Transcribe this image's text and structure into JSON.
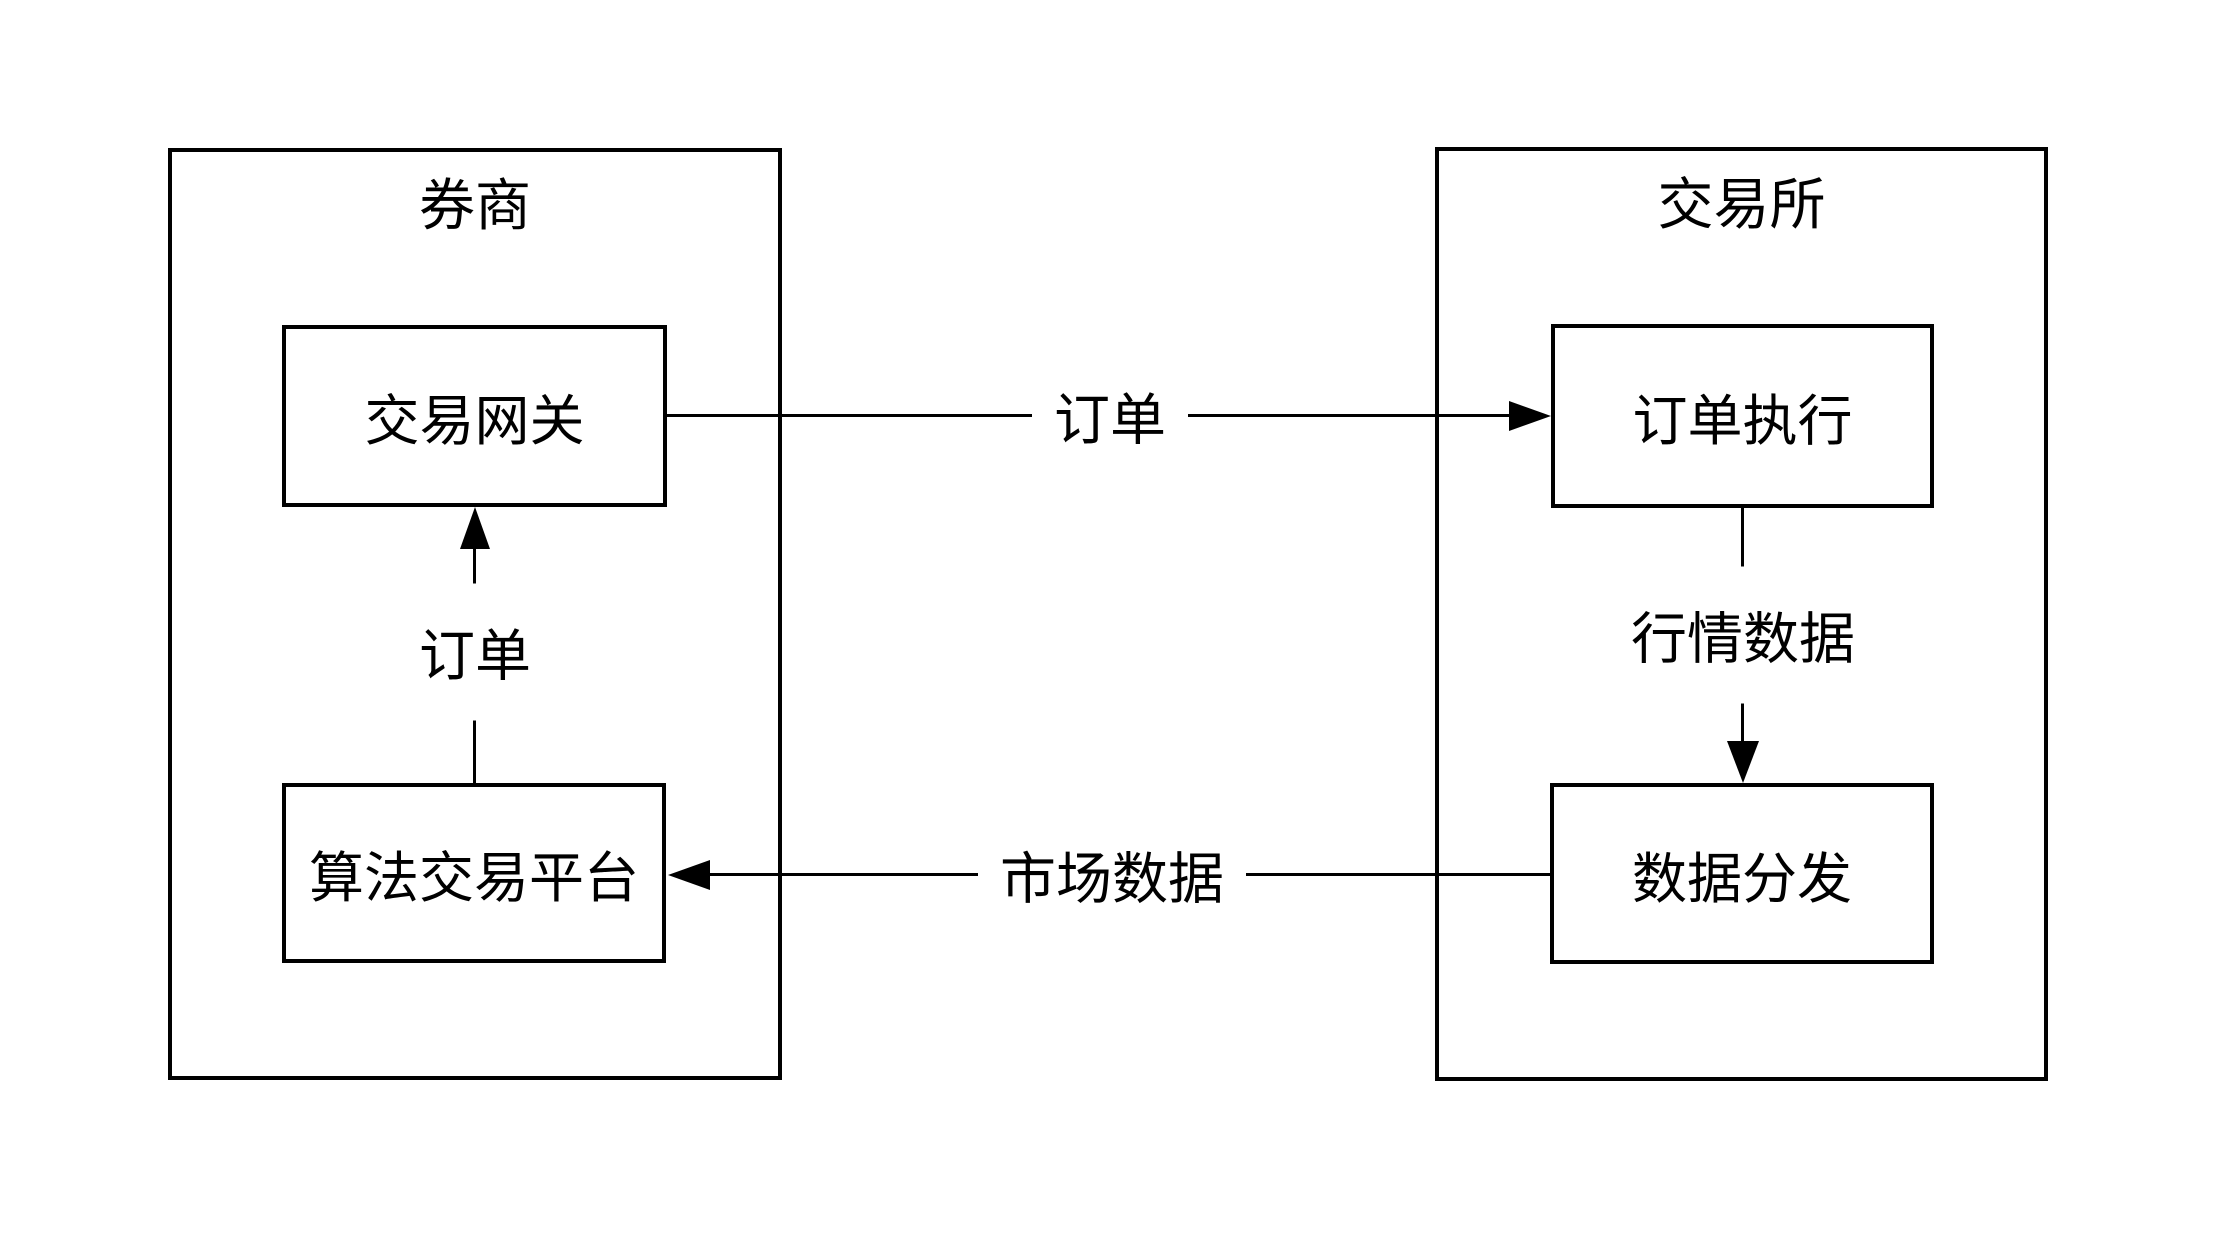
{
  "diagram": {
    "background_color": "#ffffff",
    "stroke_color": "#000000",
    "groups": [
      {
        "id": "broker",
        "title": "券商"
      },
      {
        "id": "exchange",
        "title": "交易所"
      }
    ],
    "nodes": [
      {
        "id": "trading-gateway",
        "label": "交易网关",
        "group": "broker"
      },
      {
        "id": "algo-trading-platform",
        "label": "算法交易平台",
        "group": "broker"
      },
      {
        "id": "order-execution",
        "label": "订单执行",
        "group": "exchange"
      },
      {
        "id": "data-distribution",
        "label": "数据分发",
        "group": "exchange"
      }
    ],
    "edges": [
      {
        "id": "order-to-exchange",
        "label": "订单",
        "from": "trading-gateway",
        "to": "order-execution",
        "direction": "right"
      },
      {
        "id": "order-internal",
        "label": "订单",
        "from": "algo-trading-platform",
        "to": "trading-gateway",
        "direction": "up"
      },
      {
        "id": "quote-data",
        "label": "行情数据",
        "from": "order-execution",
        "to": "data-distribution",
        "direction": "down"
      },
      {
        "id": "market-data",
        "label": "市场数据",
        "from": "data-distribution",
        "to": "algo-trading-platform",
        "direction": "left"
      }
    ]
  }
}
